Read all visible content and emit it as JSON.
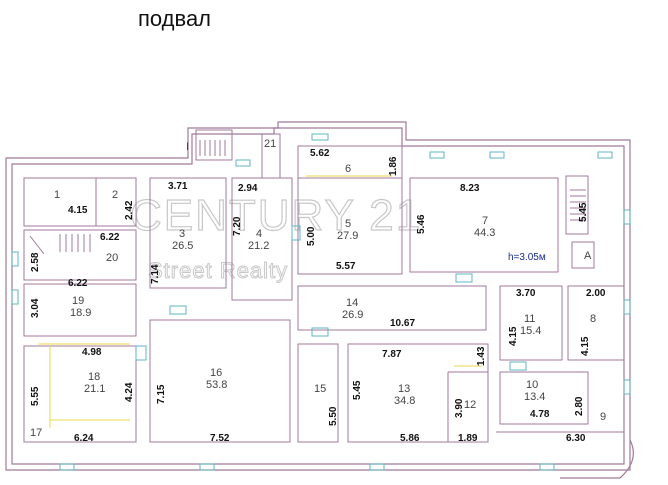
{
  "title": "подвал",
  "watermark": {
    "line1": "CENTURY 21",
    "line2": "Street Realty"
  },
  "ceiling_note": "h=3.05м",
  "rooms": {
    "r1": {
      "num": "1",
      "area": ""
    },
    "r2": {
      "num": "2",
      "area": ""
    },
    "r3": {
      "num": "3",
      "area": "26.5"
    },
    "r4": {
      "num": "4",
      "area": "21.2"
    },
    "r5": {
      "num": "5",
      "area": "27.9"
    },
    "r6": {
      "num": "6",
      "area": ""
    },
    "r7": {
      "num": "7",
      "area": "44.3"
    },
    "r8": {
      "num": "8",
      "area": ""
    },
    "r9": {
      "num": "9",
      "area": ""
    },
    "r10": {
      "num": "10",
      "area": "13.4"
    },
    "r11": {
      "num": "11",
      "area": "15.4"
    },
    "r12": {
      "num": "12",
      "area": ""
    },
    "r13": {
      "num": "13",
      "area": "34.8"
    },
    "r14": {
      "num": "14",
      "area": "26.9"
    },
    "r15": {
      "num": "15",
      "area": ""
    },
    "r16": {
      "num": "16",
      "area": "53.8"
    },
    "r17": {
      "num": "17",
      "area": ""
    },
    "r18": {
      "num": "18",
      "area": "21.1"
    },
    "r19": {
      "num": "19",
      "area": "18.9"
    },
    "r20": {
      "num": "20",
      "area": ""
    },
    "r21": {
      "num": "21",
      "area": ""
    },
    "rA": {
      "num": "A",
      "area": ""
    },
    "rI": {
      "num": "I",
      "area": ""
    }
  },
  "dims": {
    "d5_62": "5.62",
    "d1_86": "1.86",
    "d3_71": "3.71",
    "d2_94": "2.94",
    "d8_23": "8.23",
    "d5_45a": "5.45",
    "d4_15a": "4.15",
    "d2_42": "2.42",
    "d7_20": "7.20",
    "d5_00": "5.00",
    "d5_46": "5.46",
    "d6_22a": "6.22",
    "d2_58": "2.58",
    "d6_22b": "6.22",
    "d7_14": "7.14",
    "d5_57": "5.57",
    "d3_04": "3.04",
    "d3_70": "3.70",
    "d2_00": "2.00",
    "d10_67": "10.67",
    "d4_15b": "4.15",
    "d4_15c": "4.15",
    "d4_98": "4.98",
    "d7_87": "7.87",
    "d1_43": "1.43",
    "d5_55": "5.55",
    "d4_24": "4.24",
    "d7_15": "7.15",
    "d5_45b": "5.45",
    "d4_78": "4.78",
    "d2_80": "2.80",
    "d5_50": "5.50",
    "d3_90": "3.90",
    "d6_24": "6.24",
    "d7_52": "7.52",
    "d5_86": "5.86",
    "d1_89": "1.89",
    "d6_30": "6.30"
  }
}
